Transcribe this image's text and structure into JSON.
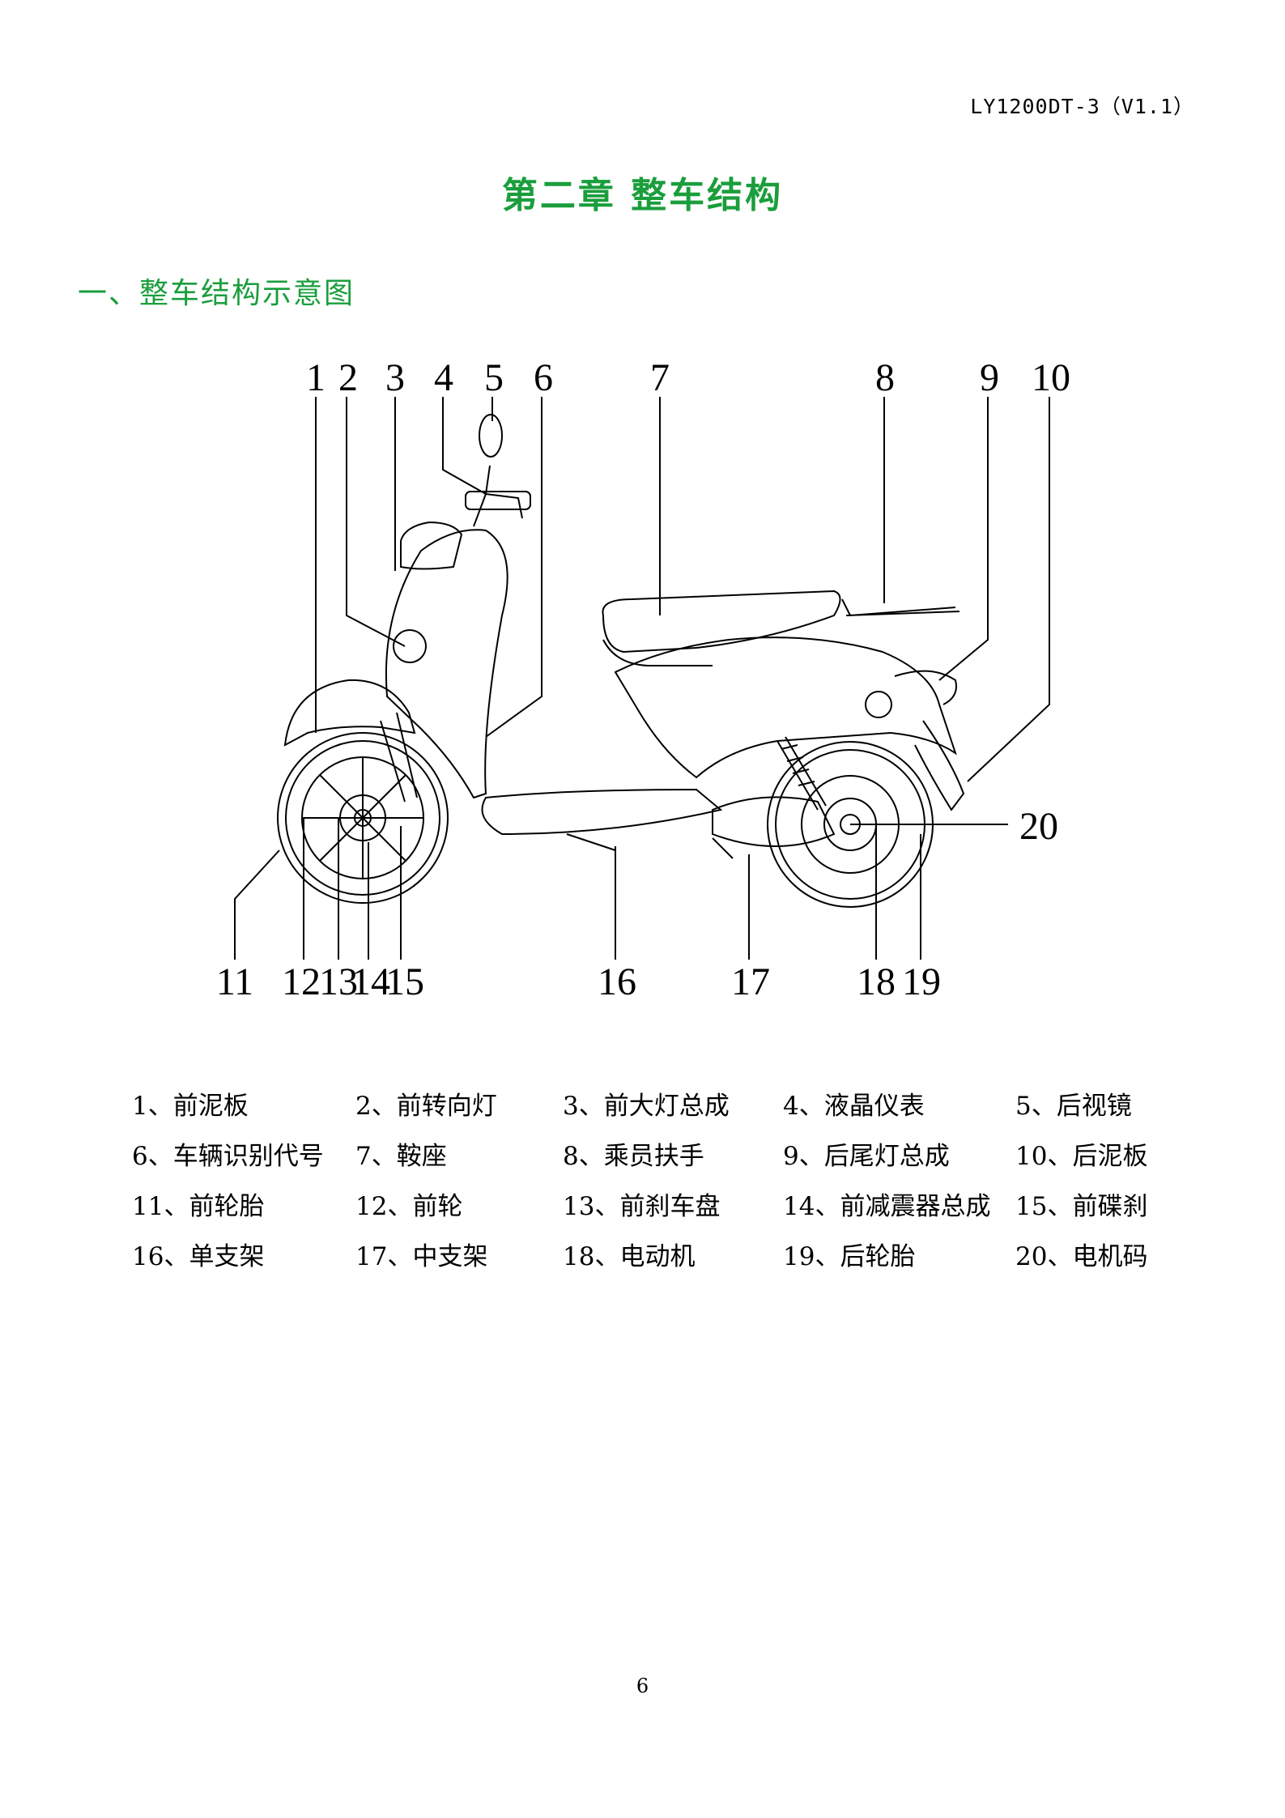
{
  "header": {
    "doc_code": "LY1200DT-3（V1.1）"
  },
  "chapter_title": "第二章 整车结构",
  "section_title": "一、整车结构示意图",
  "diagram": {
    "top_callouts": [
      "1",
      "2",
      "3",
      "4",
      "5",
      "6",
      "7",
      "8",
      "9",
      "10"
    ],
    "bottom_callouts": [
      "11",
      "12",
      "13",
      "14",
      "15",
      "16",
      "17",
      "18",
      "19"
    ],
    "side_callouts": [
      "20"
    ]
  },
  "legend": [
    [
      "1、前泥板",
      "2、前转向灯",
      "3、前大灯总成",
      "4、液晶仪表",
      "5、后视镜"
    ],
    [
      "6、车辆识别代号",
      "7、鞍座",
      "8、乘员扶手",
      "9、后尾灯总成",
      "10、后泥板"
    ],
    [
      "11、前轮胎",
      "12、前轮",
      "13、前刹车盘",
      "14、前减震器总成",
      "15、前碟刹"
    ],
    [
      "16、单支架",
      "17、中支架",
      "18、电动机",
      "19、后轮胎",
      "20、电机码"
    ]
  ],
  "page_number": "6"
}
